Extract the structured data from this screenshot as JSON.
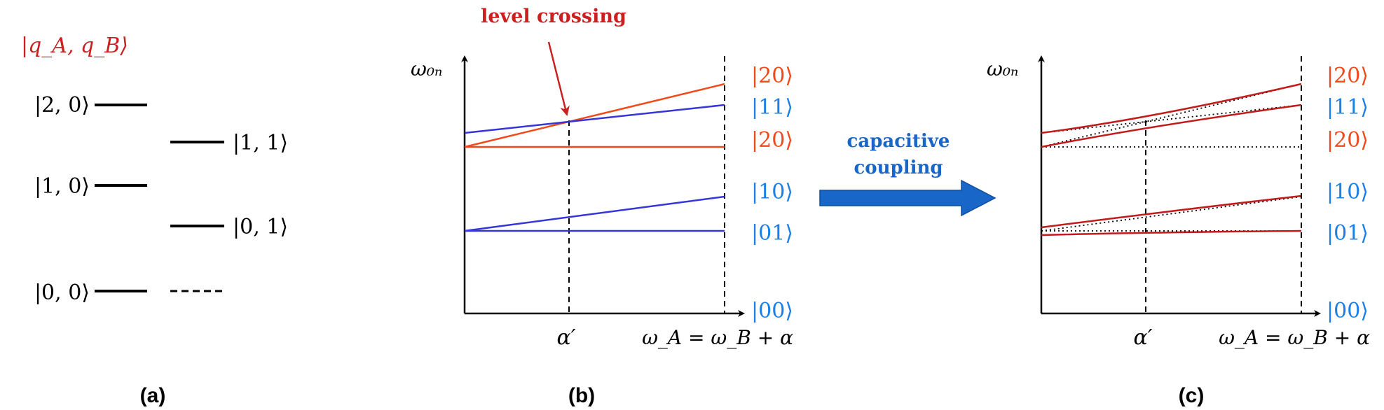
{
  "colors": {
    "black": "#000000",
    "red_label": "#cc1f1f",
    "orange": "#f04a1a",
    "blue": "#3535d8",
    "ket_blue": "#1a7fe6",
    "crimson": "#c11b1b",
    "arrow_blue": "#1766c8",
    "arrow_blue_dark": "#0f4e9e"
  },
  "panel_a": {
    "header": "|q_A, q_B⟩",
    "levels": [
      "|2, 0⟩",
      "|1, 1⟩",
      "|1, 0⟩",
      "|0, 1⟩",
      "|0, 0⟩"
    ],
    "caption": "(a)"
  },
  "panel_b": {
    "y_axis_label": "ω₀ₙ",
    "annotation": "level crossing",
    "x_tick_alpha_prime": "α′",
    "x_tick_resonance": "ω_A = ω_B + α",
    "state_labels": [
      "|20⟩",
      "|11⟩",
      "|20⟩",
      "|10⟩",
      "|01⟩",
      "|00⟩"
    ],
    "caption": "(b)"
  },
  "arrow": {
    "label_line1": "capacitive",
    "label_line2": "coupling"
  },
  "panel_c": {
    "y_axis_label": "ω₀ₙ",
    "x_tick_alpha_prime": "α′",
    "x_tick_resonance": "ω_A = ω_B + α",
    "state_labels": [
      "|20⟩",
      "|11⟩",
      "|20⟩",
      "|10⟩",
      "|01⟩",
      "|00⟩"
    ],
    "caption": "(c)"
  }
}
